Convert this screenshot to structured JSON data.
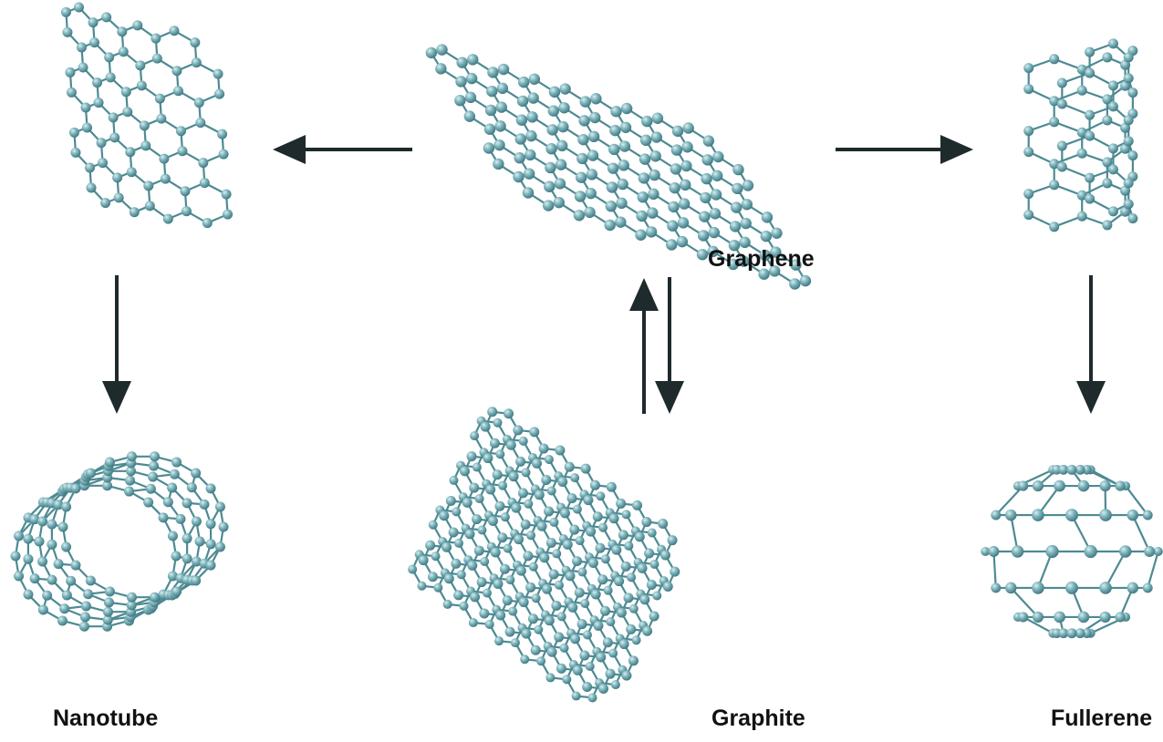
{
  "labels": {
    "graphene": "Graphene",
    "nanotube": "Nanotube",
    "graphite": "Graphite",
    "fullerene": "Fullerene"
  },
  "colors": {
    "atom": "#6fa8b0",
    "atom_stroke": "#3f7882",
    "atom_highlight": "#d9eef0",
    "bond": "#4d8a93",
    "arrow": "#1e2a2c",
    "label": "#111111"
  },
  "arrows": [
    {
      "from": "graphene",
      "to": "rolled-sheet"
    },
    {
      "from": "graphene",
      "to": "fullerene-fragment"
    },
    {
      "from": "rolled-sheet",
      "to": "nanotube"
    },
    {
      "from": "fullerene-fragment",
      "to": "fullerene"
    },
    {
      "from": "graphite",
      "to": "graphene"
    },
    {
      "from": "graphene",
      "to": "graphite"
    }
  ]
}
